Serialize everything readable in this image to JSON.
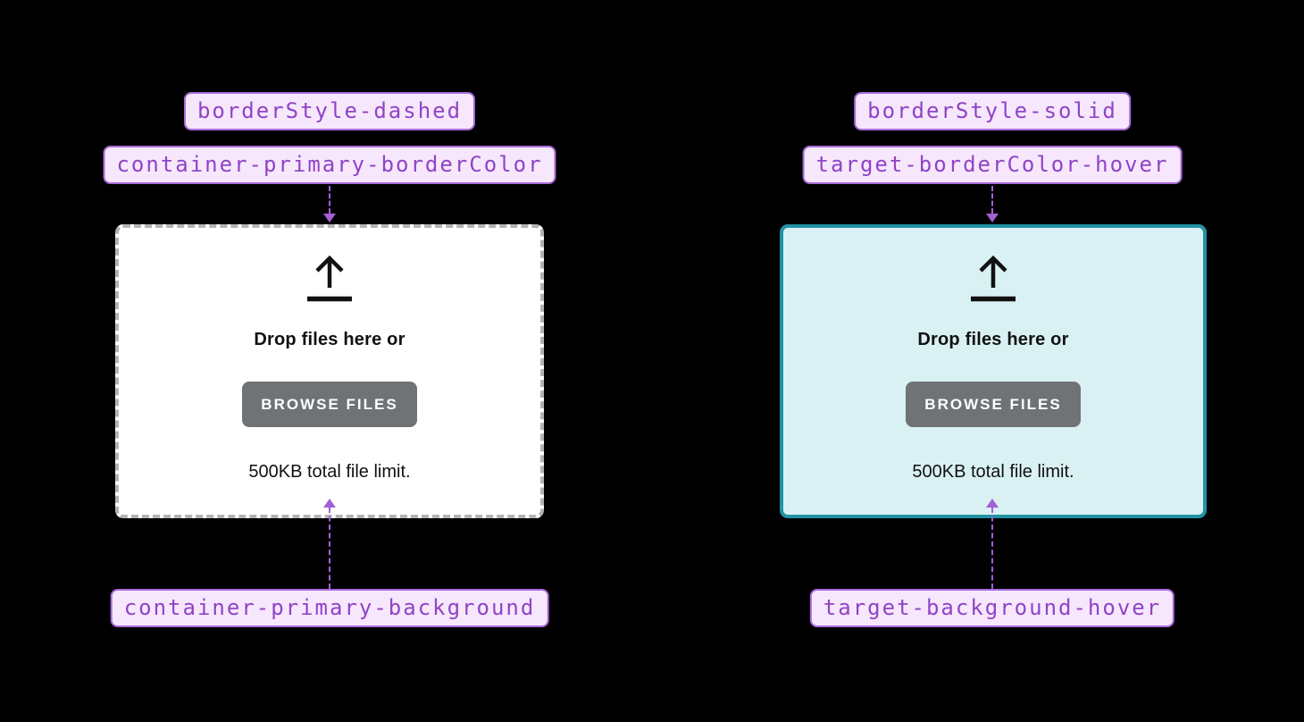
{
  "colors": {
    "page_bg": "#000000",
    "token_bg": "#f7e7fd",
    "token_border": "#a76bd6",
    "token_text": "#8f44c6",
    "connector": "#a25fd6",
    "dropzone_default_bg": "#ffffff",
    "dropzone_default_border": "#b3b3b3",
    "dropzone_hover_bg": "#daf1f4",
    "dropzone_hover_border": "#2292a3",
    "button_bg": "#6f7376",
    "button_text": "#ffffff",
    "body_text": "#111111"
  },
  "icons": {
    "upload": "arrow-up-from-line"
  },
  "panels": {
    "default": {
      "top_tokens": [
        "borderStyle-dashed",
        "container-primary-borderColor"
      ],
      "bottom_token": "container-primary-background",
      "dropzone": {
        "border_style": "dashed",
        "heading": "Drop files here or",
        "button_label": "BROWSE FILES",
        "helper_text": "500KB total file limit."
      }
    },
    "hover": {
      "top_tokens": [
        "borderStyle-solid",
        "target-borderColor-hover"
      ],
      "bottom_token": "target-background-hover",
      "dropzone": {
        "border_style": "solid",
        "heading": "Drop files here or",
        "button_label": "BROWSE FILES",
        "helper_text": "500KB total file limit."
      }
    }
  }
}
